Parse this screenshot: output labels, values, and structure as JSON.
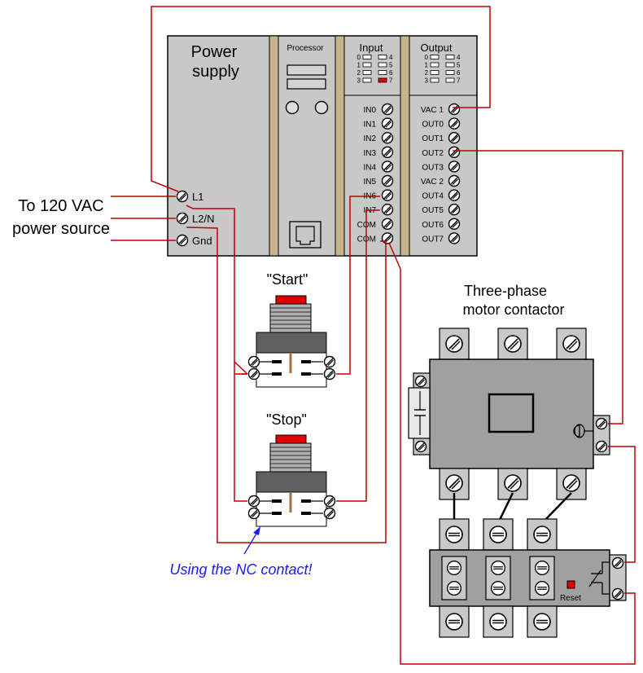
{
  "power_source": {
    "line1": "To 120 VAC",
    "line2": "power source"
  },
  "plc": {
    "power_supply": {
      "title_line1": "Power",
      "title_line2": "supply",
      "terminals": [
        "L1",
        "L2/N",
        "Gnd"
      ]
    },
    "processor": {
      "label": "Processor"
    },
    "input": {
      "label": "Input",
      "led_numbers": [
        "0",
        "1",
        "2",
        "3",
        "4",
        "5",
        "6",
        "7"
      ],
      "active_led": "7",
      "terminals": [
        "IN0",
        "IN1",
        "IN2",
        "IN3",
        "IN4",
        "IN5",
        "IN6",
        "IN7",
        "COM",
        "COM"
      ]
    },
    "output": {
      "label": "Output",
      "led_numbers": [
        "0",
        "1",
        "2",
        "3",
        "4",
        "5",
        "6",
        "7"
      ],
      "terminals": [
        "VAC 1",
        "OUT0",
        "OUT1",
        "OUT2",
        "OUT3",
        "VAC 2",
        "OUT4",
        "OUT5",
        "OUT6",
        "OUT7"
      ]
    }
  },
  "buttons": {
    "start_label": "\"Start\"",
    "stop_label": "\"Stop\""
  },
  "contactor": {
    "title_line1": "Three-phase",
    "title_line2": "motor contactor"
  },
  "overload": {
    "reset_label": "Reset"
  },
  "annotation": {
    "text": "Using the NC contact!"
  },
  "colors": {
    "wire": "#c00000",
    "annotation": "#1a1aff",
    "led_active": "#e00000",
    "button_cap": "#e00000",
    "panel": "#c8c8c8",
    "rail": "#c8b48c"
  }
}
